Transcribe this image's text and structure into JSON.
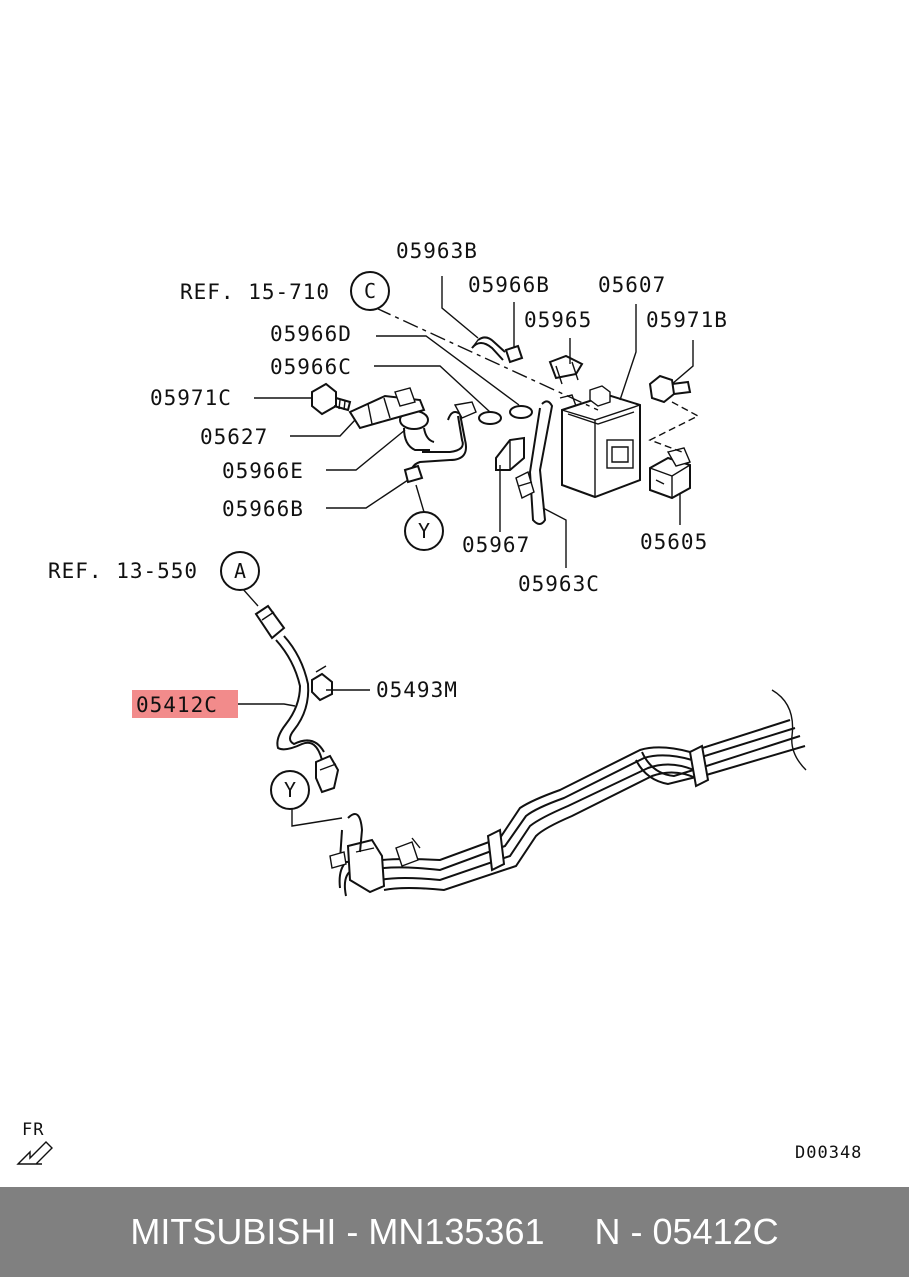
{
  "labels": {
    "p05963B": "05963B",
    "ref_c": "REF. 15-710",
    "circle_c": "C",
    "p05966B_top": "05966B",
    "p05607": "05607",
    "p05966D": "05966D",
    "p05965": "05965",
    "p05971B": "05971B",
    "p05966C": "05966C",
    "p05971C": "05971C",
    "p05627": "05627",
    "p05966E": "05966E",
    "p05966B_bottom": "05966B",
    "circle_y_top": "Y",
    "p05967": "05967",
    "p05605": "05605",
    "p05963C": "05963C",
    "ref_a": "REF. 13-550",
    "circle_a": "A",
    "p05493M": "05493M",
    "p05412C": "05412C",
    "circle_y_bottom": "Y",
    "fr": "FR",
    "diagram_code": "D00348"
  },
  "colors": {
    "highlight": "#f28b8b",
    "footer_bg": "#808080",
    "footer_text": "#ffffff"
  },
  "footer": {
    "text": "MITSUBISHI - MN135361     N - 05412C"
  }
}
